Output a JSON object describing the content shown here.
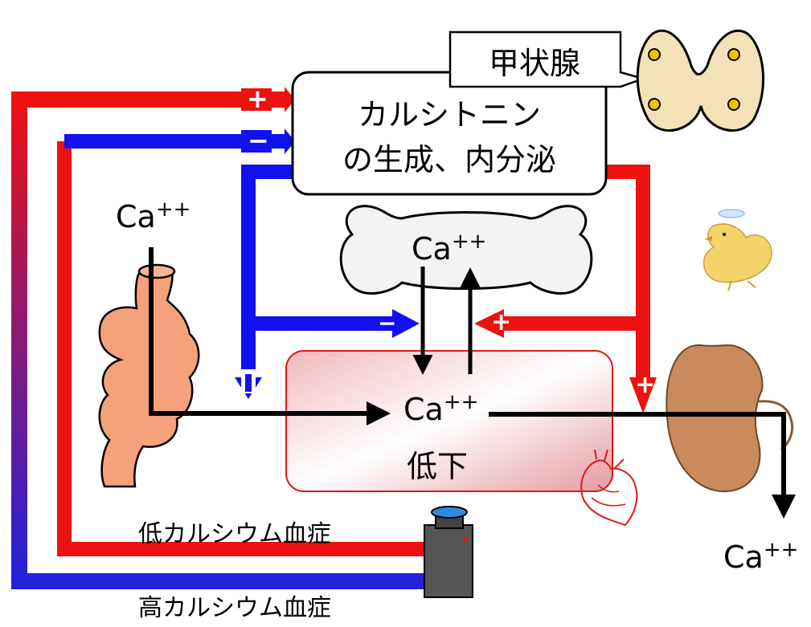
{
  "thyroid_callout": "甲状腺",
  "process_box": {
    "line1": "カルシトニン",
    "line2": "の生成、内分泌"
  },
  "calcium": {
    "base": "Ca",
    "charge": "++"
  },
  "decrease_label": "低下",
  "hypo_label": "低カルシウム血症",
  "hyper_label": "高カルシウム血症",
  "signs": {
    "plus": "+",
    "minus": "−"
  },
  "colors": {
    "red": "#ee1111",
    "blue": "#1111ee",
    "black": "#000000",
    "center_box": "#e8a0a6",
    "thyroid": "#f3e2b8",
    "kidney": "#c98a5c",
    "intestine": "#f5a27a"
  }
}
